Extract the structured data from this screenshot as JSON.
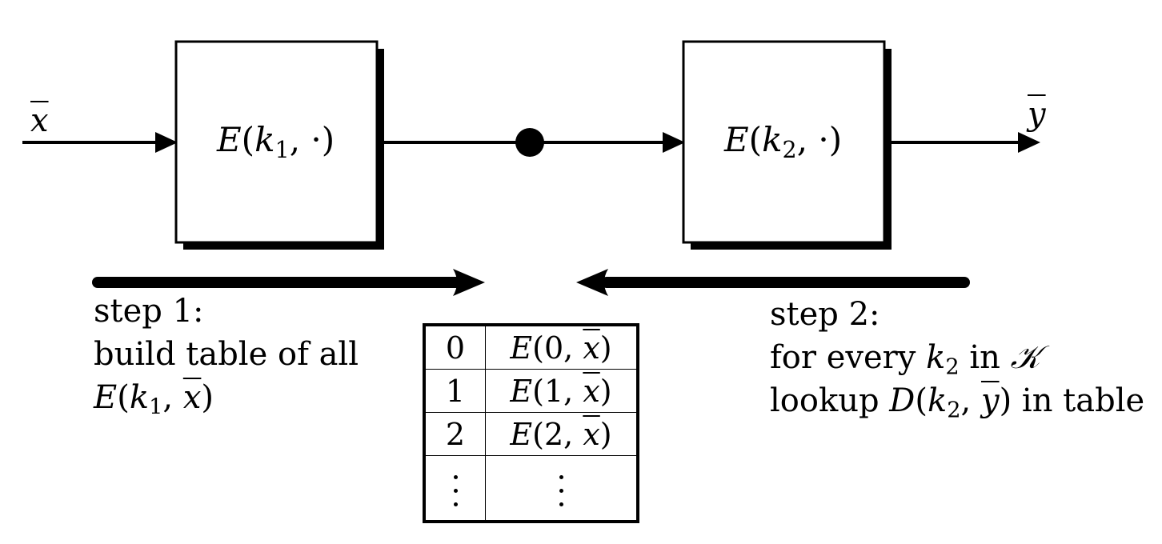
{
  "input_signal": {
    "symbol": "x"
  },
  "output_signal": {
    "symbol": "y"
  },
  "block1": {
    "func": "E",
    "key": "k",
    "key_sub": "1",
    "arg": "·"
  },
  "block2": {
    "func": "E",
    "key": "k",
    "key_sub": "2",
    "arg": "·"
  },
  "step1": {
    "line1": "step 1:",
    "line2": "build table of all",
    "line3_func": "E",
    "line3_key": "k",
    "line3_sub": "1",
    "line3_arg": "x"
  },
  "step2": {
    "line1": "step 2:",
    "line2_pre": "for every",
    "line2_key": "k",
    "line2_sub": "2",
    "line2_mid": "in",
    "line2_set": "𝒦",
    "line3_pre": "lookup",
    "line3_func": "D",
    "line3_key": "k",
    "line3_sub": "2",
    "line3_arg": "y",
    "line3_post": "in table"
  },
  "table": {
    "rows": [
      {
        "index": "0",
        "func": "E",
        "key": "0",
        "arg": "x"
      },
      {
        "index": "1",
        "func": "E",
        "key": "1",
        "arg": "x"
      },
      {
        "index": "2",
        "func": "E",
        "key": "2",
        "arg": "x"
      }
    ]
  }
}
